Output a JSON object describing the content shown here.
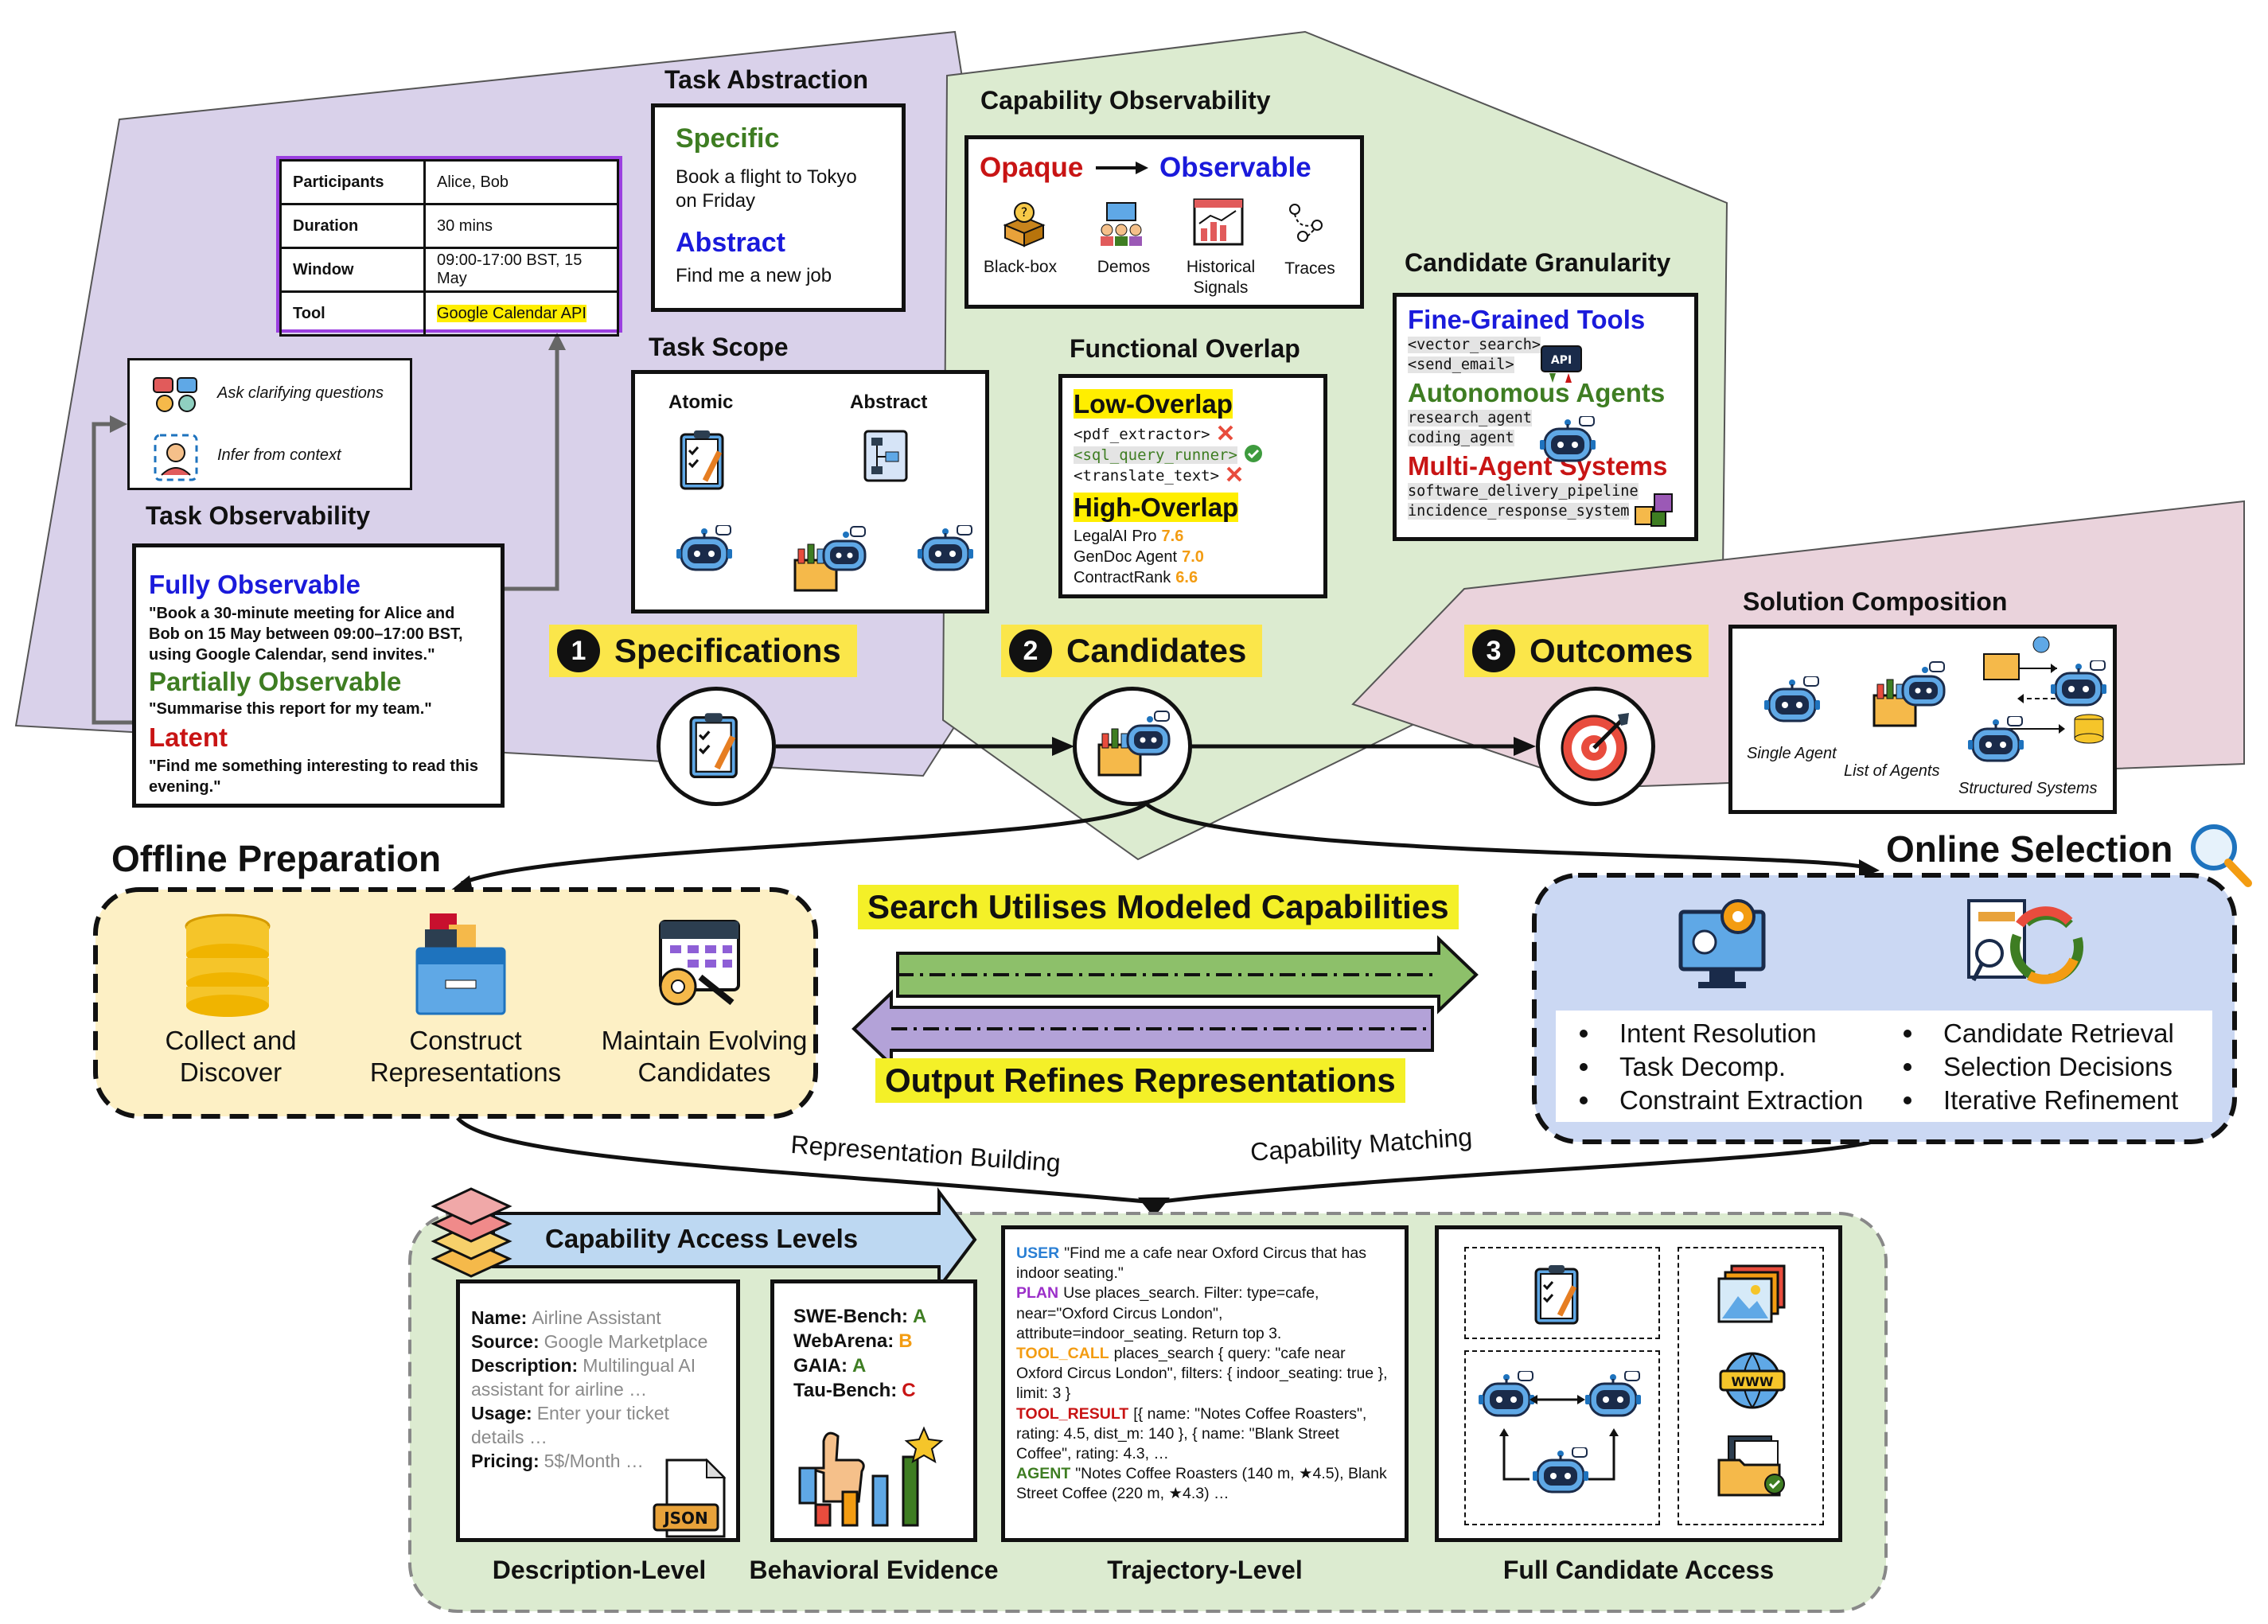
{
  "task_abstraction": {
    "title": "Task Abstraction",
    "specific_label": "Specific",
    "specific_text": "Book a flight to Tokyo on Friday",
    "abstract_label": "Abstract",
    "abstract_text": "Find me a new job"
  },
  "meeting_table": [
    {
      "key": "Participants",
      "value": "Alice, Bob"
    },
    {
      "key": "Duration",
      "value": "30 mins"
    },
    {
      "key": "Window",
      "value": "09:00-17:00 BST, 15 May"
    },
    {
      "key": "Tool",
      "value": "Google Calendar API"
    }
  ],
  "clarify": {
    "ask": "Ask clarifying questions",
    "infer": "Infer from context"
  },
  "task_observability": {
    "title": "Task Observability",
    "fully_label": "Fully Observable",
    "fully_text": "\"Book a 30-minute meeting for Alice and Bob on 15 May between 09:00–17:00 BST, using Google Calendar, send invites.\"",
    "partial_label": "Partially Observable",
    "partial_text": "\"Summarise this report for my team.\"",
    "latent_label": "Latent",
    "latent_text": "\"Find me something interesting to read this evening.\""
  },
  "task_scope": {
    "title": "Task Scope",
    "atomic": "Atomic",
    "abstract": "Abstract"
  },
  "capability_observability": {
    "title": "Capability Observability",
    "opaque": "Opaque",
    "observable": "Observable",
    "items": [
      "Black-box",
      "Demos",
      "Historical Signals",
      "Traces"
    ]
  },
  "functional_overlap": {
    "title": "Functional Overlap",
    "low_label": "Low-Overlap",
    "low_items": [
      "<pdf_extractor>",
      "<sql_query_runner>",
      "<translate_text>"
    ],
    "high_label": "High-Overlap",
    "high_items": [
      {
        "name": "LegalAI Pro",
        "score": "7.6"
      },
      {
        "name": "GenDoc Agent",
        "score": "7.0"
      },
      {
        "name": "ContractRank",
        "score": "6.6"
      }
    ]
  },
  "candidate_granularity": {
    "title": "Candidate Granularity",
    "tools_label": "Fine-Grained Tools",
    "tools_items": [
      "<vector_search>",
      "<send_email>"
    ],
    "agents_label": "Autonomous Agents",
    "agents_items": [
      "research_agent",
      "coding_agent"
    ],
    "mas_label": "Multi-Agent Systems",
    "mas_items": [
      "software_delivery_pipeline",
      "incidence_response_system"
    ]
  },
  "steps": [
    {
      "num": "1",
      "label": "Specifications"
    },
    {
      "num": "2",
      "label": "Candidates"
    },
    {
      "num": "3",
      "label": "Outcomes"
    }
  ],
  "solution_composition": {
    "title": "Solution Composition",
    "single": "Single Agent",
    "list": "List of Agents",
    "structured": "Structured Systems"
  },
  "offline": {
    "title": "Offline Preparation",
    "items": [
      "Collect and Discover",
      "Construct Representations",
      "Maintain Evolving Candidates"
    ]
  },
  "center_banners": {
    "search": "Search Utilises Modeled Capabilities",
    "output": "Output Refines Representations"
  },
  "online": {
    "title": "Online Selection",
    "left_bullets": [
      "Intent Resolution",
      "Task Decomp.",
      "Constraint Extraction"
    ],
    "right_bullets": [
      "Candidate Retrieval",
      "Selection Decisions",
      "Iterative Refinement"
    ]
  },
  "flow_labels": {
    "representation": "Representation Building",
    "matching": "Capability Matching"
  },
  "access_levels": {
    "title": "Capability Access Levels",
    "description": {
      "caption": "Description-Level",
      "fields": [
        {
          "key": "Name:",
          "value": "Airline Assistant"
        },
        {
          "key": "Source:",
          "value": "Google Marketplace"
        },
        {
          "key": "Description:",
          "value": "Multilingual AI assistant for airline …"
        },
        {
          "key": "Usage:",
          "value": "Enter your ticket details …"
        },
        {
          "key": "Pricing:",
          "value": "5$/Month …"
        }
      ],
      "json_tag": "JSON"
    },
    "behavioral": {
      "caption": "Behavioral Evidence",
      "benchmarks": [
        {
          "name": "SWE-Bench:",
          "grade": "A",
          "color": "#3e7d22"
        },
        {
          "name": "WebArena:",
          "grade": "B",
          "color": "#f39c12"
        },
        {
          "name": "GAIA:",
          "grade": "A",
          "color": "#3e7d22"
        },
        {
          "name": "Tau-Bench:",
          "grade": "C",
          "color": "#c81414"
        }
      ]
    },
    "trajectory": {
      "caption": "Trajectory-Level",
      "lines": [
        {
          "tag": "USER",
          "color": "#2a7fd4",
          "text": "\"Find me a cafe near Oxford Circus that has indoor seating.\""
        },
        {
          "tag": "PLAN",
          "color": "#9b2fc9",
          "text": "Use places_search. Filter: type=cafe, near=\"Oxford Circus London\", attribute=indoor_seating. Return top 3."
        },
        {
          "tag": "TOOL_CALL",
          "color": "#f39c12",
          "text": "places_search { query: \"cafe near Oxford Circus London\", filters: { indoor_seating: true }, limit: 3 }"
        },
        {
          "tag": "TOOL_RESULT",
          "color": "#c81414",
          "text": "[{ name: \"Notes Coffee Roasters\", rating: 4.5, dist_m: 140 }, { name: \"Blank Street Coffee\", rating: 4.3, …"
        },
        {
          "tag": "AGENT",
          "color": "#3e7d22",
          "text": "\"Notes Coffee Roasters (140 m, ★4.5), Blank Street Coffee (220 m, ★4.3) …"
        }
      ]
    },
    "full": {
      "caption": "Full Candidate Access"
    }
  }
}
